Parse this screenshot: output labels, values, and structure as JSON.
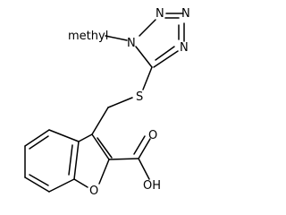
{
  "molecule": {
    "atoms": {
      "methyl_label": "methyl",
      "N1": "N",
      "N2": "N",
      "N3": "N",
      "N4": "N",
      "S": "S",
      "O_ring": "O",
      "O_carbonyl": "O",
      "OH": "OH"
    }
  }
}
